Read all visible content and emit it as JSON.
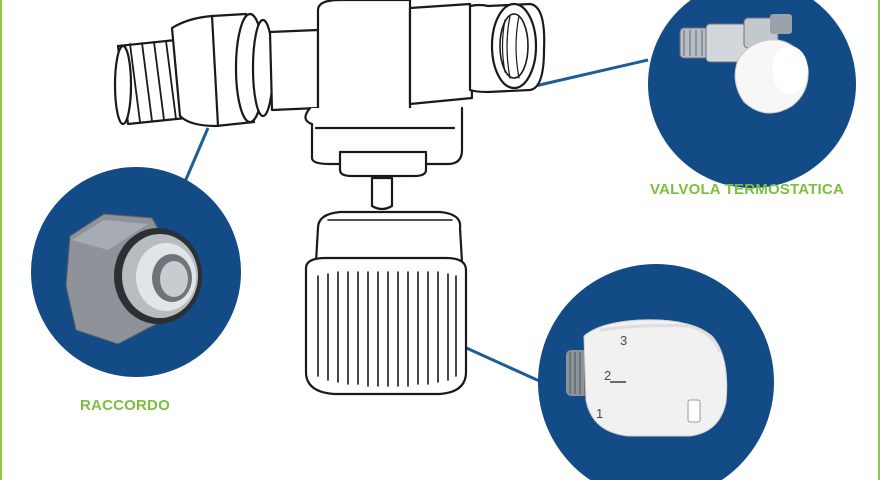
{
  "labels": {
    "thermostatic_valve": "VALVOLA TERMOSTATICA",
    "fitting": "RACCORDO"
  },
  "dial": {
    "mark_1": "1",
    "mark_2": "2",
    "mark_3": "3"
  },
  "colors": {
    "circle_blue": "#134b86",
    "label_green": "#7cbf3f",
    "connector_blue": "#1f5d96",
    "frame_green": "#8cc74a",
    "line_art": "#1a1a1a"
  }
}
